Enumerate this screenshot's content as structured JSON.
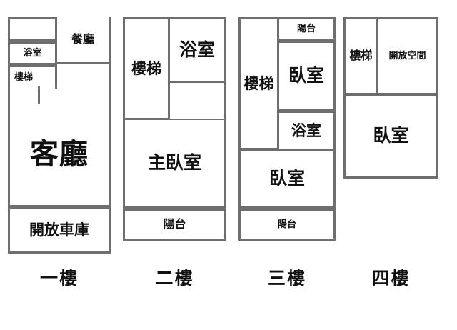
{
  "document": {
    "type": "floor-plan",
    "title": "",
    "line_color": "#6e6e6e",
    "text_color": "#111111",
    "background": "#ffffff"
  },
  "floors": [
    {
      "caption": "一樓",
      "rooms": [
        {
          "label": "",
          "name": "room-empty-upper-left"
        },
        {
          "label": "餐廳",
          "name": "room-dining"
        },
        {
          "label": "浴室",
          "name": "room-bathroom"
        },
        {
          "label": "樓梯",
          "name": "room-stairs"
        },
        {
          "label": "客廳",
          "name": "room-living"
        },
        {
          "label": "開放車庫",
          "name": "room-open-garage"
        }
      ]
    },
    {
      "caption": "二樓",
      "rooms": [
        {
          "label": "樓梯",
          "name": "room-stairs"
        },
        {
          "label": "浴室",
          "name": "room-bathroom"
        },
        {
          "label": "主臥室",
          "name": "room-master-bedroom"
        },
        {
          "label": "陽台",
          "name": "room-balcony"
        }
      ]
    },
    {
      "caption": "三樓",
      "rooms": [
        {
          "label": "樓梯",
          "name": "room-stairs"
        },
        {
          "label": "陽台",
          "name": "room-balcony-top"
        },
        {
          "label": "臥室",
          "name": "room-bedroom-upper"
        },
        {
          "label": "浴室",
          "name": "room-bathroom"
        },
        {
          "label": "臥室",
          "name": "room-bedroom-lower"
        },
        {
          "label": "陽台",
          "name": "room-balcony-bottom"
        }
      ]
    },
    {
      "caption": "四樓",
      "rooms": [
        {
          "label": "樓梯",
          "name": "room-stairs"
        },
        {
          "label": "開放空間",
          "name": "room-open-space"
        },
        {
          "label": "臥室",
          "name": "room-bedroom"
        }
      ]
    }
  ]
}
